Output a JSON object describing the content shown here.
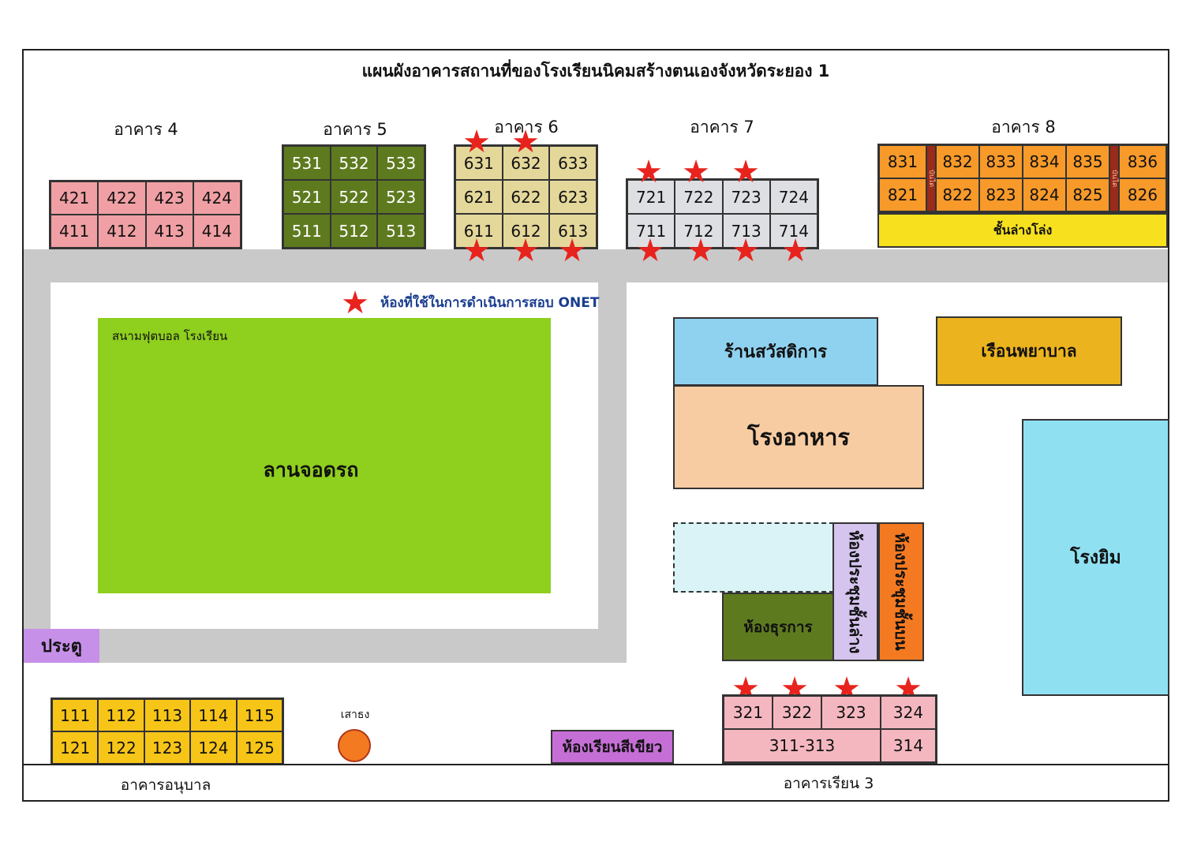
{
  "title": "แผนผังอาคารสถานที่ของโรงเรียนนิคมสร้างตนเองจังหวัดระยอง 1",
  "legend": {
    "label": "ห้องที่ใช้ในการดำเนินการสอบ ONET",
    "star_color": "#e8231d",
    "text_color": "#1a3d8f"
  },
  "buildings": {
    "b4": {
      "label": "อาคาร 4",
      "color": "#f0a0a4",
      "rooms": [
        "421",
        "422",
        "423",
        "424",
        "411",
        "412",
        "413",
        "414"
      ]
    },
    "b5": {
      "label": "อาคาร 5",
      "color": "#5e7a1f",
      "rooms": [
        "531",
        "532",
        "533",
        "521",
        "522",
        "523",
        "511",
        "512",
        "513"
      ]
    },
    "b6": {
      "label": "อาคาร 6",
      "color": "#e4d79a",
      "rooms": [
        "631",
        "632",
        "633",
        "621",
        "622",
        "623",
        "611",
        "612",
        "613"
      ]
    },
    "b7": {
      "label": "อาคาร 7",
      "color": "#dedfe3",
      "rooms": [
        "721",
        "722",
        "723",
        "724",
        "711",
        "712",
        "713",
        "714"
      ]
    },
    "b8": {
      "label": "อาคาร 8",
      "color": "#f79a2a",
      "stair_color": "#9a2a1a",
      "ground_color": "#f7e01e",
      "rooms_top": [
        "831",
        "832",
        "833",
        "834",
        "835",
        "836"
      ],
      "rooms_bottom": [
        "821",
        "822",
        "823",
        "824",
        "825",
        "826"
      ],
      "ground_label": "ชั้นล่างโล่ง",
      "stair_label": "บันได"
    },
    "kindergarten": {
      "label": "อาคารอนุบาล",
      "color": "#f7c518",
      "rooms": [
        "111",
        "112",
        "113",
        "114",
        "115",
        "121",
        "122",
        "123",
        "124",
        "125"
      ]
    },
    "b3": {
      "label": "อาคารเรียน 3",
      "color": "#f4b7c0",
      "rooms_top": [
        "321",
        "322",
        "323",
        "324"
      ],
      "rooms_bottom": [
        "311-313",
        "314"
      ]
    }
  },
  "areas": {
    "football": "สนามฟุตบอล โรงเรียน",
    "parking": "ลานจอดรถ",
    "welfare_shop": "ร้านสวัสดิการ",
    "canteen": "โรงอาหาร",
    "nurse": "เรือนพยาบาล",
    "gym": "โรงยิม",
    "meeting_lower": "ห้องประชุมชั้นล่าง",
    "meeting_upper": "ห้องประชุมชั้นบน",
    "business": "ห้องธุรการ",
    "green_room": "ห้องเรียนสีเขียว",
    "gate": "ประตู",
    "flagpole": "เสาธง"
  }
}
